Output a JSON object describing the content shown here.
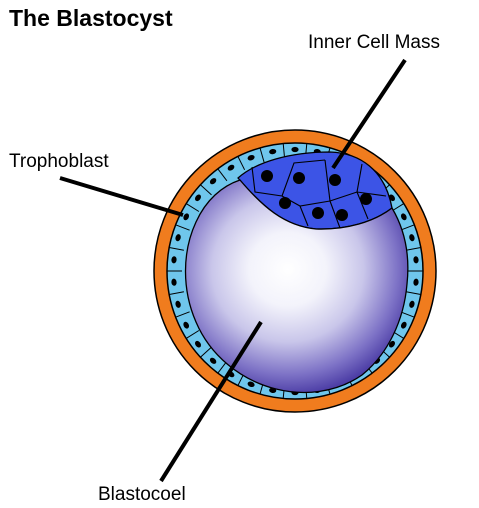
{
  "title": "The Blastocyst",
  "labels": {
    "inner_cell_mass": "Inner Cell Mass",
    "trophoblast": "Trophoblast",
    "blastocoel": "Blastocoel"
  },
  "colors": {
    "zona": "#f07c1e",
    "trophoblast_cells": "#6fc6ec",
    "inner_cell_mass": "#3c54e6",
    "blastocoel_center": "#ffffff",
    "blastocoel_edge": "#3e2e9c",
    "outline": "#000000"
  }
}
